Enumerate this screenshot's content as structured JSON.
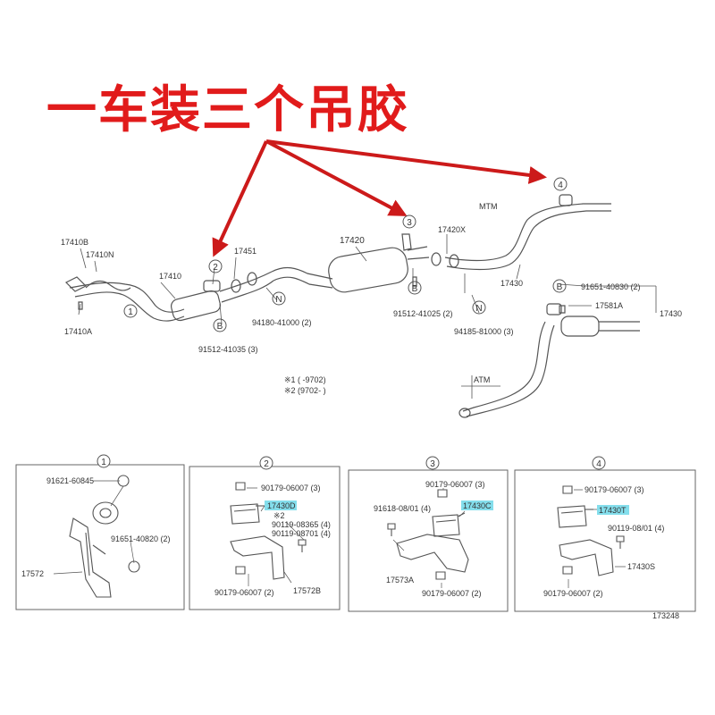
{
  "banner": {
    "text": "一车装三个吊胶",
    "color": "#e11b1b"
  },
  "colors": {
    "line": "#555555",
    "arrow": "#cc1a1a",
    "highlight": "#5bd3e6"
  },
  "main_diagram": {
    "part_labels": {
      "p17410B": "17410B",
      "p17410N": "17410N",
      "p17410A": "17410A",
      "p17410": "17410",
      "p17451": "17451",
      "p17420": "17420",
      "p17420X": "17420X",
      "p17430a": "17430",
      "p17430b": "17430",
      "p17581A": "17581A",
      "bolt1": "91512-41035 (3)",
      "nut1": "94180-41000 (2)",
      "bolt2": "91512-41025 (2)",
      "nut2": "94185-81000 (3)",
      "bolt3": "91651-40830 (2)"
    },
    "callouts": {
      "c1": "1",
      "c2": "2",
      "c3": "3",
      "c4": "4",
      "ctB1": "B",
      "ctB2": "B",
      "ctN1": "N",
      "ctN2": "N",
      "ctB3": "B"
    },
    "mtm_label": "MTM",
    "atm_label": "ATM",
    "note_line1": "※1 (     -9702)",
    "note_line2": "※2 (9702-     )"
  },
  "detail_panels": [
    {
      "number": "1",
      "labels": {
        "a": "91621-60845",
        "b": "91651-40820 (2)",
        "c": "17572"
      }
    },
    {
      "number": "2",
      "labels": {
        "a": "90179-06007 (3)",
        "hl": "17430D",
        "b": "※2",
        "c": "90119-08365 (4)",
        "d": "90119-08701 (4)",
        "e": "90179-06007 (2)",
        "f": "17572B"
      }
    },
    {
      "number": "3",
      "labels": {
        "a": "90179-06007 (3)",
        "b": "91618-08/01 (4)",
        "hl": "17430C",
        "c": "17573A",
        "d": "90179-06007 (2)"
      }
    },
    {
      "number": "4",
      "labels": {
        "a": "90179-06007 (3)",
        "hl": "17430T",
        "b": "90119-08/01 (4)",
        "c": "17430S",
        "d": "90179-06007 (2)"
      }
    }
  ],
  "footer_code": "173248"
}
